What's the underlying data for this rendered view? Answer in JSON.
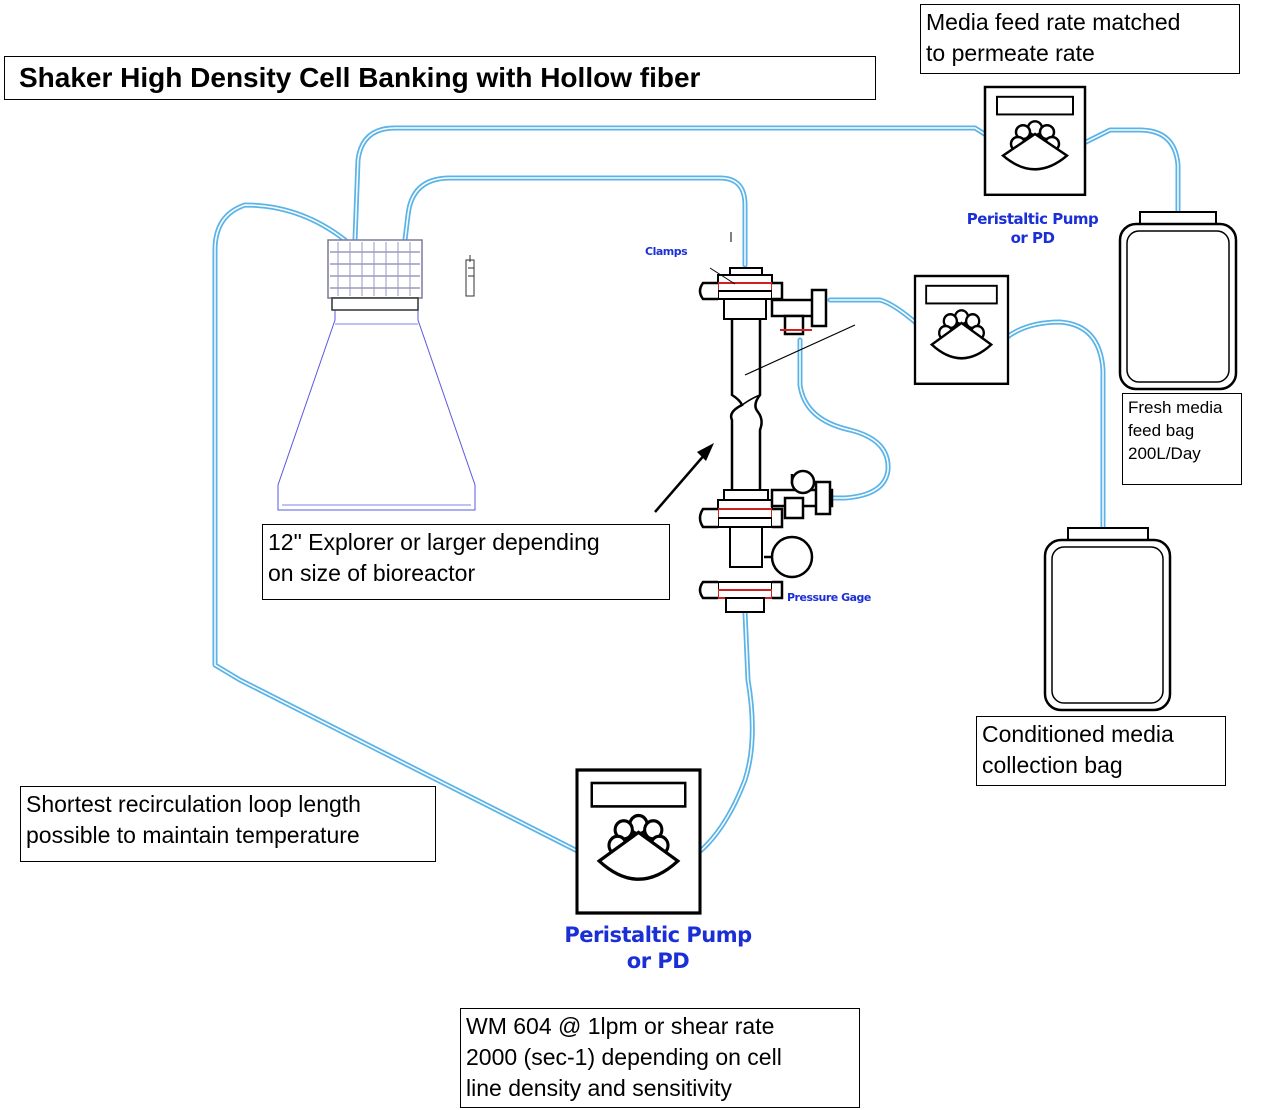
{
  "title": "Shaker High Density Cell Banking with Hollow fiber",
  "notes": {
    "media_feed": [
      "Media feed rate matched",
      "to permeate rate"
    ],
    "fresh_media": [
      "Fresh media",
      "feed bag",
      "200L/Day"
    ],
    "explorer": [
      "12\" Explorer or larger depending",
      "on size of bioreactor"
    ],
    "conditioned_media": [
      "Conditioned media",
      "collection bag"
    ],
    "recirculation": [
      "Shortest recirculation loop length",
      "possible to maintain temperature"
    ],
    "shear": [
      "WM 604 @ 1lpm or shear rate",
      "2000 (sec-1) depending on cell",
      "line density and sensitivity"
    ]
  },
  "pumps": {
    "top_label": [
      "Peristaltic Pump",
      "or PD"
    ],
    "bottom_label": [
      "Peristaltic Pump",
      "or PD"
    ]
  },
  "component_labels": {
    "clamps": "Clamps",
    "pressure_gage": "Pressure Gage"
  },
  "colors": {
    "tubing": "#5ab4e8",
    "outline": "#000000",
    "flask": "#5a5ae0",
    "label_blue": "#1a2fd6",
    "fitting_red": "#cc2222"
  }
}
